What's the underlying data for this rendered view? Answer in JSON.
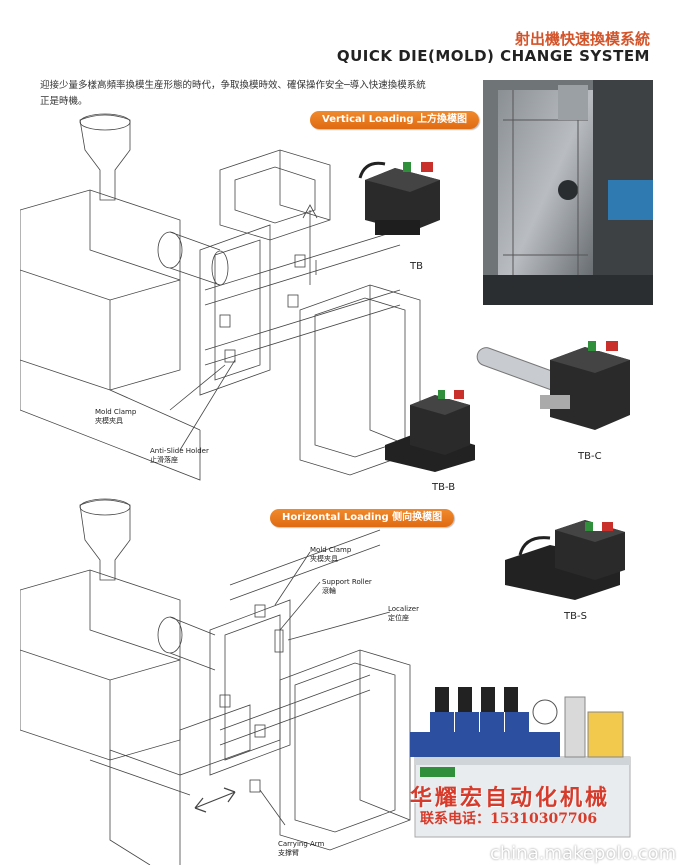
{
  "header": {
    "title_cn": "射出機快速換模系統",
    "title_en": "QUICK DIE(MOLD) CHANGE SYSTEM"
  },
  "intro": {
    "line1": "迎接少量多樣高頻率換模生産形態的時代，争取換模時效、確保操作安全─導入快速換模系統",
    "line2": "正是時機。"
  },
  "sections": {
    "vertical": "Vertical Loading 上方換模图",
    "horizontal": "Horizontal Loading 侧向换模图"
  },
  "products": {
    "tb": "TB",
    "tbb": "TB-B",
    "tbc": "TB-C",
    "tbs": "TB-S"
  },
  "callouts": {
    "mold_clamp_en": "Mold Clamp",
    "mold_clamp_cn": "夾模夾具",
    "anti_slide_en": "Anti-Slide Holder",
    "anti_slide_cn": "止滑落座",
    "mold_clamp2_en": "Mold Clamp",
    "mold_clamp2_cn": "夾模夾具",
    "support_roller_en": "Support Roller",
    "support_roller_cn": "滾輪",
    "localizer_en": "Localizer",
    "localizer_cn": "定位座",
    "carrying_arm_en": "Carrying Arm",
    "carrying_arm_cn": "支撑臂"
  },
  "footer": {
    "brand": "华耀宏自动化机械",
    "phone": "联系电话：15310307706",
    "watermark": "china.makepolo.com"
  },
  "colors": {
    "accent_orange": "#e8741b",
    "title_red": "#d4542a",
    "brand_red": "#d63b2b"
  }
}
